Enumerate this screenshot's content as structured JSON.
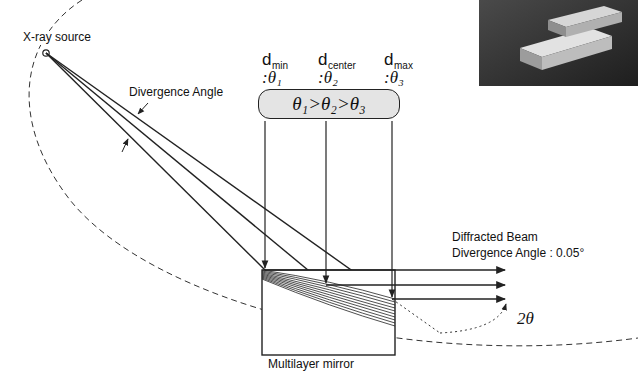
{
  "diagram": {
    "nodes": [
      {
        "text": [
          "θ₁>θ₂>θ₃"
        ]
      }
    ],
    "labels": [
      "X-ray source",
      "Divergence Angle",
      "d",
      "min",
      ":θ₁",
      "d",
      "center",
      ":θ₂",
      "d",
      "max",
      ":θ₃",
      "Diffracted Beam",
      "Divergence Angle : 0.05°",
      "Multilayer mirror",
      "2θ"
    ]
  }
}
